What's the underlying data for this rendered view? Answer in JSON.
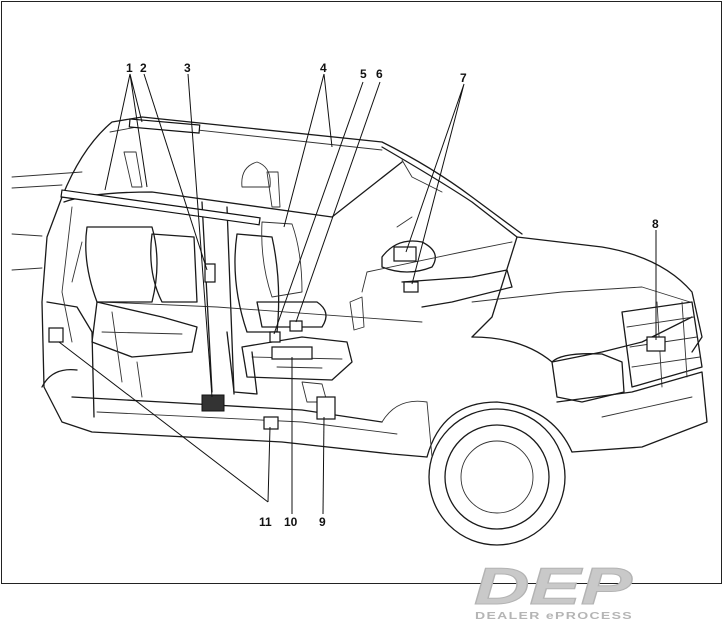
{
  "callouts": {
    "c1": "1",
    "c2": "2",
    "c3": "3",
    "c4": "4",
    "c5": "5",
    "c6": "6",
    "c7": "7",
    "c8": "8",
    "c9": "9",
    "c10": "10",
    "c11": "11"
  },
  "watermark": {
    "mark": "DEP",
    "tagline": "DEALER ePROCESS"
  },
  "colors": {
    "line": "#1a1a1a",
    "watermark": "#c9c9c9",
    "background": "#ffffff"
  }
}
